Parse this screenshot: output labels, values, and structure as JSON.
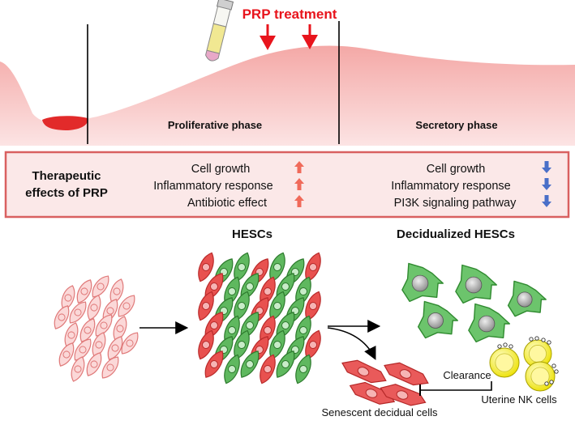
{
  "prp_treatment": "PRP treatment",
  "phases": {
    "proliferative": "Proliferative phase",
    "secretory": "Secretory phase"
  },
  "effects_box": {
    "title_line1": "Therapeutic",
    "title_line2": "effects of PRP",
    "proliferative_effects": [
      {
        "label": "Cell growth",
        "direction": "up"
      },
      {
        "label": "Inflammatory response",
        "direction": "up"
      },
      {
        "label": "Antibiotic effect",
        "direction": "up"
      }
    ],
    "secretory_effects": [
      {
        "label": "Cell growth",
        "direction": "down"
      },
      {
        "label": "Inflammatory response",
        "direction": "down"
      },
      {
        "label": "PI3K signaling pathway",
        "direction": "down"
      }
    ]
  },
  "cells": {
    "hescs": "HESCs",
    "decidualized": "Decidualized HESCs",
    "senescent": "Senescent decidual cells",
    "clearance": "Clearance",
    "uterine_nk": "Uterine NK cells"
  },
  "colors": {
    "treatment_red": "#e8141c",
    "endometrium_pink": "#f0a8a8",
    "box_border": "#d96060",
    "box_fill": "#fbe8e8",
    "up_arrow": "#f06a5a",
    "down_arrow": "#4a6fc8",
    "green_cell": "#5fb85f",
    "nk_yellow": "#f4ec3c"
  }
}
